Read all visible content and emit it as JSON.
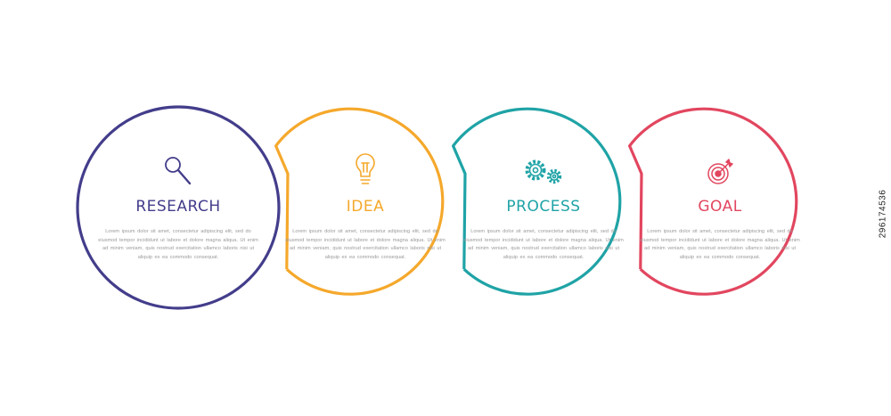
{
  "colors": {
    "research": "#433D8B",
    "idea": "#F5A82B",
    "process": "#1FA3A6",
    "goal": "#E2465F",
    "body_text": "#9a9a9a"
  },
  "steps": [
    {
      "key": "research",
      "title": "RESEARCH",
      "icon": "magnifier-icon",
      "body": "Lorem ipsum dolor sit amet, consectetur adipiscing elit, sed do eiusmod tempor incididunt ut labore et dolore magna aliqua. Ut enim ad minim veniam, quis nostrud exercitation ullamco laboris nisi ut aliquip ex ea commodo consequat."
    },
    {
      "key": "idea",
      "title": "IDEA",
      "icon": "lightbulb-icon",
      "body": "Lorem ipsum dolor sit amet, consectetur adipiscing elit, sed do eiusmod tempor incididunt ut labore et dolore magna aliqua. Ut enim ad minim veniam, quis nostrud exercitation ullamco laboris nisi ut aliquip ex ea commodo consequat."
    },
    {
      "key": "process",
      "title": "PROCESS",
      "icon": "gears-icon",
      "body": "Lorem ipsum dolor sit amet, consectetur adipiscing elit, sed do eiusmod tempor incididunt ut labore et dolore magna aliqua. Ut enim ad minim veniam, quis nostrud exercitation ullamco laboris nisi ut aliquip ex ea commodo consequat."
    },
    {
      "key": "goal",
      "title": "GOAL",
      "icon": "target-icon",
      "body": "Lorem ipsum dolor sit amet, consectetur adipiscing elit, sed do eiusmod tempor incididunt ut labore et dolore magna aliqua. Ut enim ad minim veniam, quis nostrud exercitation ullamco laboris nisi ut aliquip ex ea commodo consequat."
    }
  ],
  "stock_id": "296174536"
}
